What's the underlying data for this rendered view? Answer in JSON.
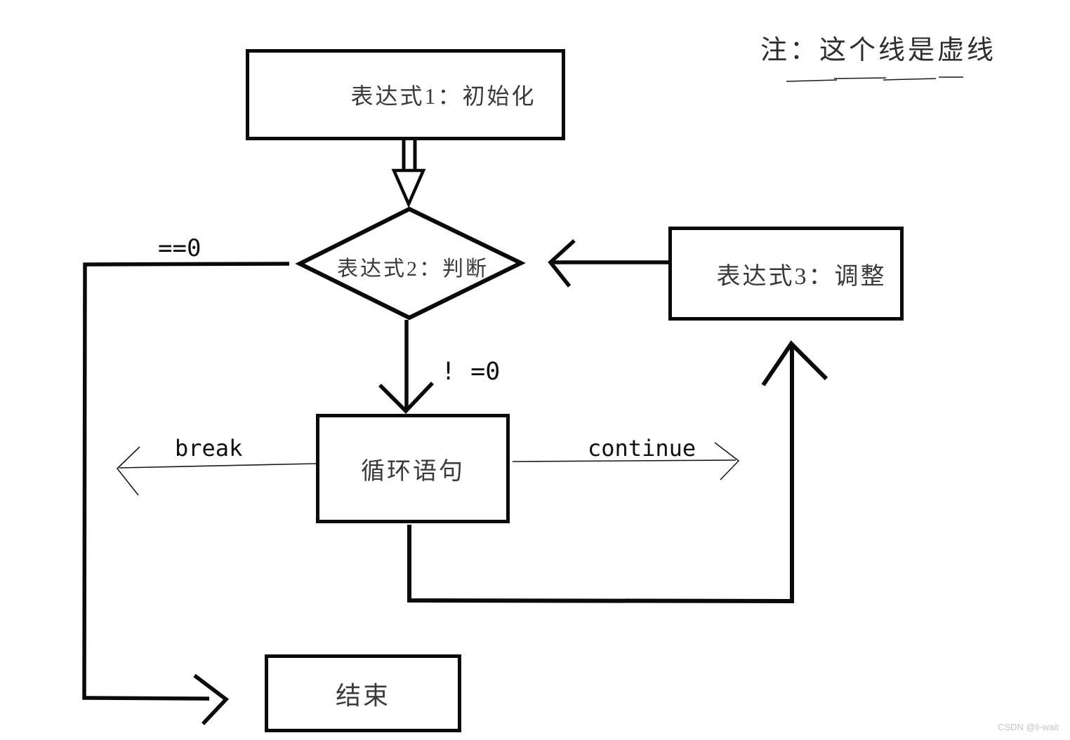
{
  "note": {
    "text": "注：这个线是虚线"
  },
  "nodes": {
    "expr1": {
      "label": "表达式1：初始化",
      "type": "process"
    },
    "cond": {
      "label": "表达式2：判断",
      "type": "decision"
    },
    "expr3": {
      "label": "表达式3：调整",
      "type": "process"
    },
    "loop_body": {
      "label": "循环语句",
      "type": "process"
    },
    "end": {
      "label": "结束",
      "type": "terminal"
    }
  },
  "edge_labels": {
    "eq_zero": "==0",
    "not_eq_zero": "! =0",
    "break_label": "break",
    "continue_label": "continue"
  },
  "watermark": "CSDN @li-wait",
  "colors": {
    "background": "#ffffff",
    "line": "#0a0a0a",
    "box_text": "#3a3a3a",
    "label_text": "#101010",
    "watermark": "#c4c4c4"
  }
}
